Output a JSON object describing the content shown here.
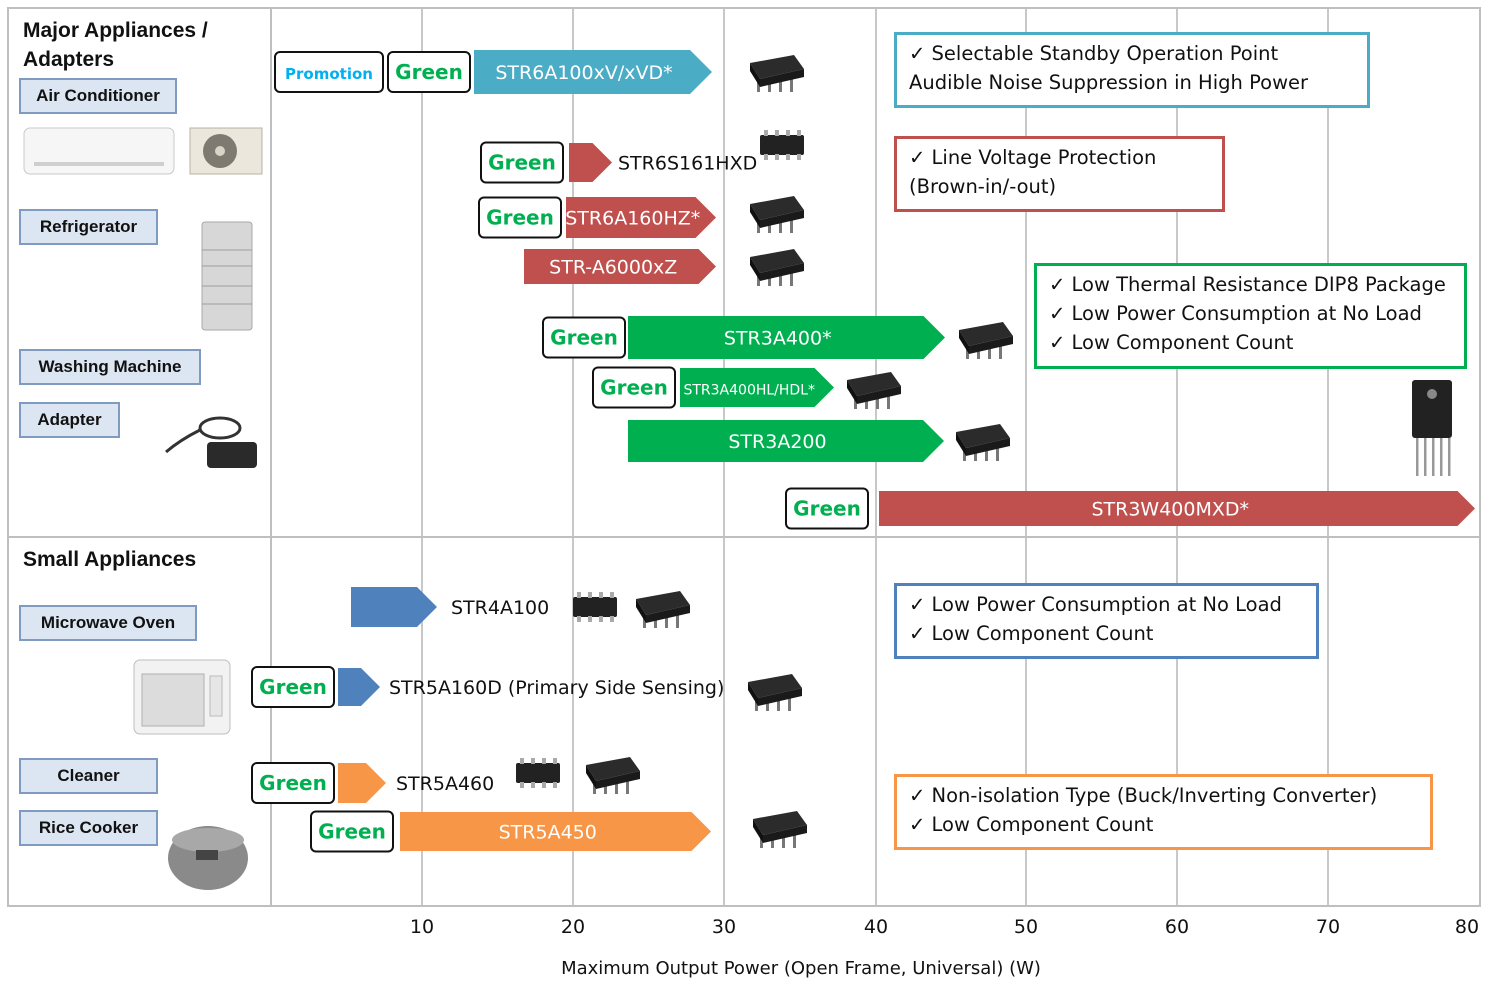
{
  "colors": {
    "teal": "#4bacc6",
    "red": "#c0504d",
    "green": "#00b050",
    "blue": "#4f81bd",
    "orange": "#f79646",
    "green_text": "#00b050",
    "promotion_text": "#00b0f0",
    "grid": "#c8c8c8"
  },
  "sections": {
    "major": {
      "title": "Major Appliances / Adapters",
      "items": [
        "Air Conditioner",
        "Refrigerator",
        "Washing Machine",
        "Adapter"
      ]
    },
    "small": {
      "title": "Small Appliances",
      "items": [
        "Microwave Oven",
        "Cleaner",
        "Rice Cooker"
      ]
    }
  },
  "features": [
    {
      "color": "teal",
      "lines": [
        "✓  Selectable Standby Operation Point",
        "    Audible Noise Suppression in High Power"
      ]
    },
    {
      "color": "red",
      "lines": [
        "✓  Line Voltage Protection",
        "    (Brown-in/-out)"
      ]
    },
    {
      "color": "green",
      "lines": [
        "✓  Low Thermal Resistance DIP8 Package",
        "✓  Low Power Consumption at No Load",
        "✓  Low Component Count"
      ]
    },
    {
      "color": "blue",
      "lines": [
        "✓  Low Power Consumption at No Load",
        "✓  Low Component Count"
      ]
    },
    {
      "color": "orange",
      "lines": [
        "✓  Non-isolation Type (Buck/Inverting Converter)",
        "✓  Low Component Count"
      ]
    }
  ],
  "badges": {
    "green": "Green",
    "promotion": "Promotion"
  },
  "chart_data": {
    "type": "bar",
    "orientation": "horizontal",
    "xlabel": "Maximum Output Power (Open Frame, Universal) (W)",
    "xticks": [
      10,
      20,
      30,
      40,
      50,
      60,
      70,
      80
    ],
    "xlim": [
      0,
      80
    ],
    "grid": true,
    "series": [
      {
        "name": "STR6A100xV/xVD*",
        "start": 7,
        "end": 30,
        "color": "teal",
        "badges": [
          "Promotion",
          "Green"
        ],
        "label_inside": true,
        "package": "dip8"
      },
      {
        "name": "STR6S161HXD",
        "start": 17,
        "end": 19.5,
        "color": "red",
        "badges": [
          "Green"
        ],
        "label_inside": false,
        "package": "sop"
      },
      {
        "name": "STR6A160HZ*",
        "start": 16,
        "end": 30,
        "color": "red",
        "badges": [
          "Green"
        ],
        "label_inside": true,
        "package": "dip8"
      },
      {
        "name": "STR-A6000xZ",
        "start": 16,
        "end": 30,
        "color": "red",
        "badges": [],
        "label_inside": true,
        "package": "dip8"
      },
      {
        "name": "STR3A400*",
        "start": 23,
        "end": 45,
        "color": "green",
        "badges": [
          "Green"
        ],
        "label_inside": true,
        "package": "dip8"
      },
      {
        "name": "STR3A400HL/HDL*",
        "start": 27,
        "end": 35,
        "color": "green",
        "badges": [
          "Green"
        ],
        "label_inside": true,
        "package": "dip8"
      },
      {
        "name": "STR3A200",
        "start": 23,
        "end": 45,
        "color": "green",
        "badges": [],
        "label_inside": true,
        "package": "dip8"
      },
      {
        "name": "STR3W400MXD*",
        "start": 40,
        "end": 80,
        "color": "red",
        "badges": [
          "Green"
        ],
        "label_inside": true,
        "package": "to220"
      },
      {
        "name": "STR4A100",
        "start": 5,
        "end": 11,
        "color": "blue",
        "badges": [],
        "label_inside": false,
        "package": "sop+dip8"
      },
      {
        "name": "STR5A160D (Primary Side Sensing)",
        "start": 4,
        "end": 8,
        "color": "blue",
        "badges": [
          "Green"
        ],
        "label_inside": false,
        "package": "dip8"
      },
      {
        "name": "STR5A460",
        "start": 4,
        "end": 8,
        "color": "orange",
        "badges": [
          "Green"
        ],
        "label_inside": false,
        "package": "sop+dip8"
      },
      {
        "name": "STR5A450",
        "start": 8,
        "end": 30,
        "color": "orange",
        "badges": [
          "Green"
        ],
        "label_inside": true,
        "package": "dip8"
      }
    ]
  }
}
